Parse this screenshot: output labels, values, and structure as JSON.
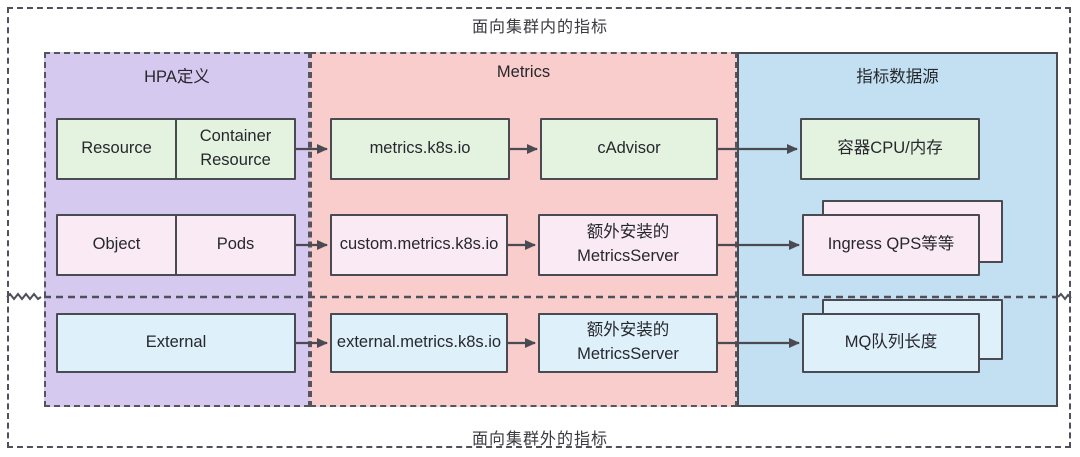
{
  "titles": {
    "inside": "面向集群内的指标",
    "outside": "面向集群外的指标"
  },
  "columns": {
    "hpa": "HPA定义",
    "metrics": "Metrics",
    "sources": "指标数据源"
  },
  "nodes": {
    "resource": "Resource",
    "container_resource": "Container Resource",
    "object": "Object",
    "pods": "Pods",
    "external": "External",
    "metrics_api": "metrics.k8s.io",
    "custom_metrics_api": "custom.metrics.k8s.io",
    "external_metrics_api": "external.metrics.k8s.io",
    "cadvisor": "cAdvisor",
    "extra_metrics_server": [
      "额外安装的",
      "MetricsServer"
    ],
    "container_cpu_mem": "容器CPU/内存",
    "ingress_qps": "Ingress QPS等等",
    "mq_queue_length": "MQ队列长度"
  },
  "colors": {
    "column_hpa_bg": "#d6c9ef",
    "column_metrics_bg": "#f8cdcb",
    "column_sources_bg": "#c2e0f1",
    "node_green_bg": "#e4f3df",
    "node_pink_bg": "#faeaf3",
    "node_blue_bg": "#def0fa",
    "node_border": "#4a4b52",
    "dashed_border": "#50505a",
    "text": "#27272e"
  }
}
